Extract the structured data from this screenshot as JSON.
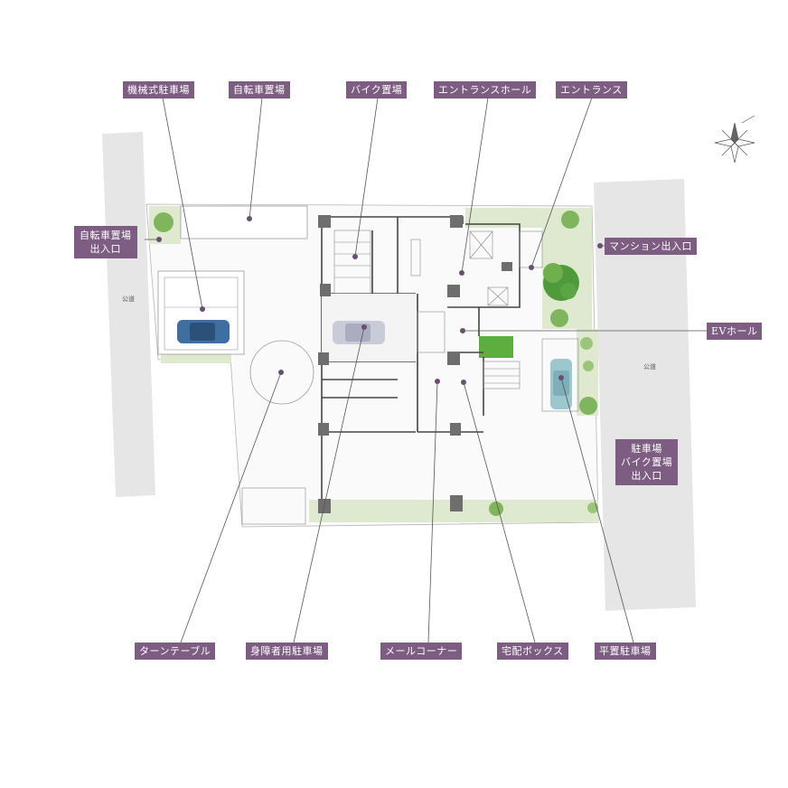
{
  "labels": {
    "mechanical_parking": "機械式駐車場",
    "bicycle_parking": "自転車置場",
    "bike_parking": "バイク置場",
    "entrance_hall": "エントランスホール",
    "entrance": "エントランス",
    "bicycle_parking_gateway_line1": "自転車置場",
    "bicycle_parking_gateway_line2": "出入口",
    "mansion_gateway": "マンション出入口",
    "ev_hall": "EVホール",
    "parking_gateway_line1": "駐車場",
    "parking_gateway_line2": "バイク置場",
    "parking_gateway_line3": "出入口",
    "turntable": "ターンテーブル",
    "accessible_parking": "身障者用駐車場",
    "mail_corner": "メールコーナー",
    "delivery_box": "宅配ボックス",
    "flat_parking": "平置駐車場"
  },
  "roads": {
    "left": "公道",
    "right": "公道"
  },
  "colors": {
    "label_bg": "#7d5d82",
    "road": "#e6e6e6",
    "greenery": "#dfe9cf",
    "wall": "#444444",
    "pillar": "#6e6e6e",
    "tree": "#7fb55c",
    "car_blue": "#3e6f9e",
    "car_gray": "#c9ccd8",
    "car_teal": "#9cc7cf"
  },
  "icons": {
    "compass": "compass-rose-icon"
  }
}
